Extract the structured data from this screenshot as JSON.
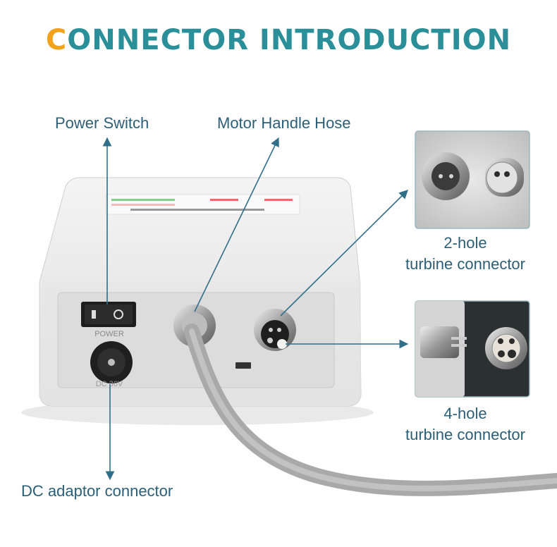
{
  "title": {
    "first_letter": "C",
    "rest": "ONNECTOR INTRODUCTION"
  },
  "labels": {
    "power_switch": "Power Switch",
    "motor_handle_hose": "Motor Handle Hose",
    "two_hole_line1": "2-hole",
    "two_hole_line2": "turbine connector",
    "four_hole_line1": "4-hole",
    "four_hole_line2": "turbine connector",
    "dc_adaptor": "DC adaptor connector"
  },
  "device_markings": {
    "power": "POWER",
    "dc": "DC 36V"
  },
  "colors": {
    "title_accent": "#f2a31b",
    "title_main": "#2a8f98",
    "label_text": "#2b5f78",
    "arrow": "#2f6f8a"
  }
}
